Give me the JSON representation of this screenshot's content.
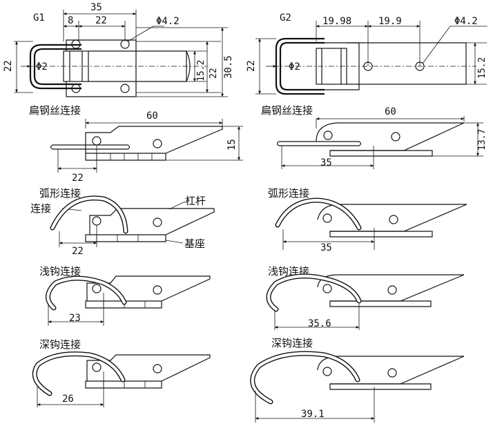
{
  "views": {
    "g1": {
      "label": "G1",
      "dims": [
        "35",
        "8",
        "22",
        "Φ4.2",
        "22",
        "Φ2",
        "15.2",
        "22",
        "30.5"
      ]
    },
    "g2": {
      "label": "G2",
      "dims": [
        "19.98",
        "19.9",
        "Φ4.2",
        "22",
        "Φ2",
        "15.2"
      ]
    }
  },
  "rows": [
    {
      "left": {
        "title": "扁钢丝连接",
        "len": "60",
        "height": "15",
        "reach": "22"
      },
      "right": {
        "title": "扁钢丝连接",
        "len": "60",
        "height": "13.7",
        "reach": "35"
      }
    },
    {
      "left": {
        "title": "弧形连接",
        "subtitle": "连接",
        "lever": "杠杆",
        "base": "基座",
        "reach": "22"
      },
      "right": {
        "title": "弧形连接",
        "reach": "35"
      }
    },
    {
      "left": {
        "title": "浅钩连接",
        "reach": "23"
      },
      "right": {
        "title": "浅钩连接",
        "reach": "35.6"
      }
    },
    {
      "left": {
        "title": "深钩连接",
        "reach": "26"
      },
      "right": {
        "title": "深钩连接",
        "reach": "39.1"
      }
    }
  ]
}
